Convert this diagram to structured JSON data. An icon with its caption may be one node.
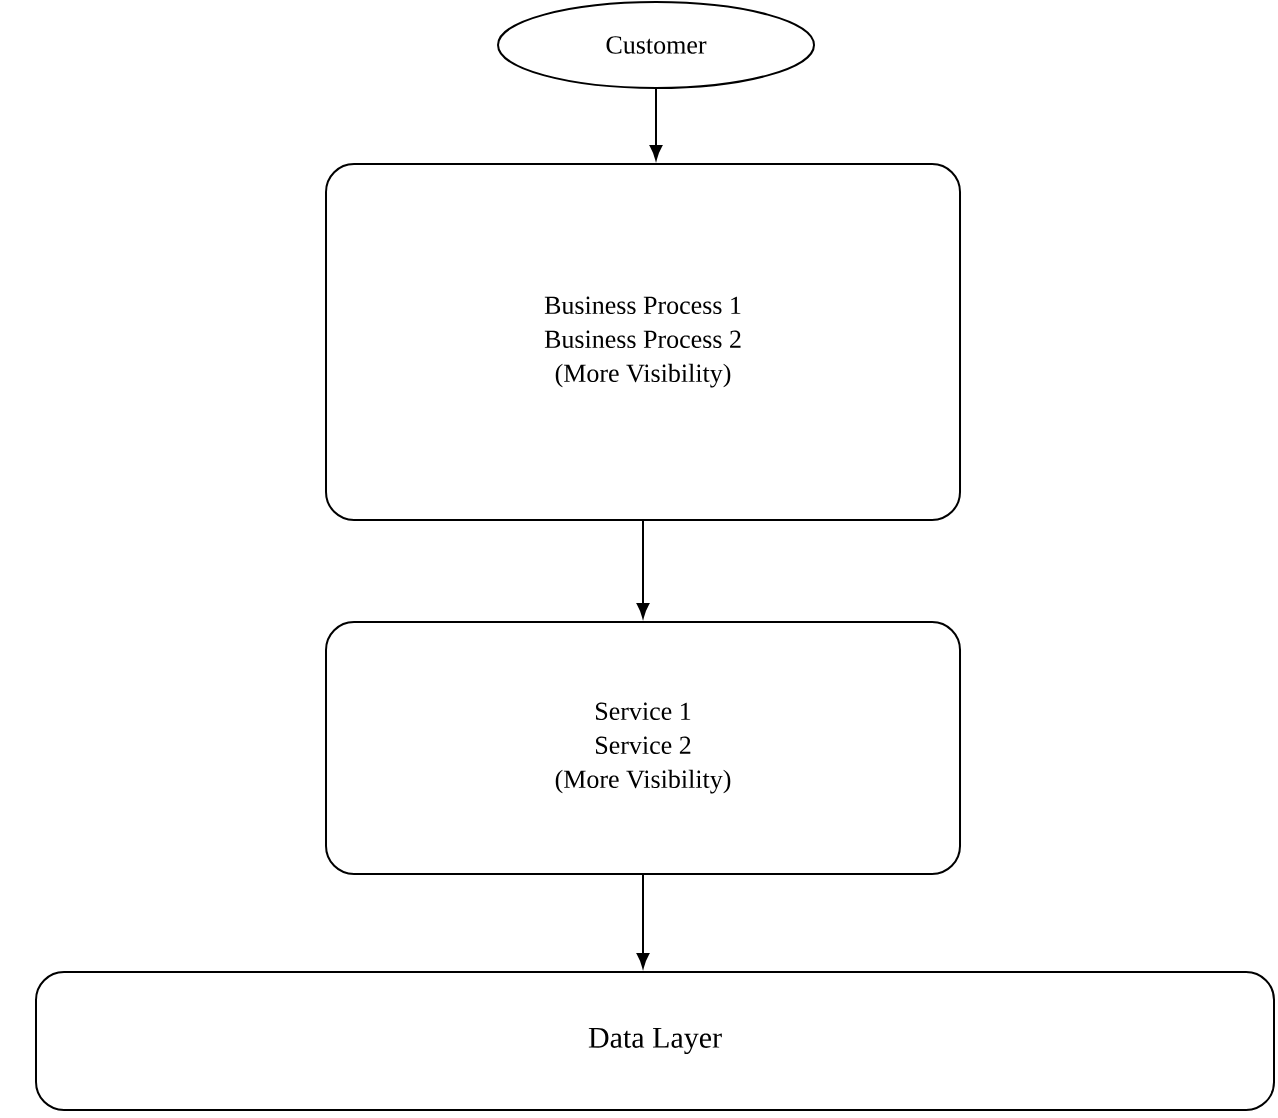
{
  "diagram": {
    "nodes": [
      {
        "text": [
          "Customer"
        ]
      },
      {
        "text": [
          "Business Process 1",
          "Business Process 2",
          "(More Visibility)"
        ]
      },
      {
        "text": [
          "Service 1",
          "Service 2",
          "(More Visibility)"
        ]
      },
      {
        "text": [
          "Data Layer"
        ]
      }
    ],
    "edges": [
      {
        "from": 0,
        "to": 1,
        "arrow": "to"
      },
      {
        "from": 1,
        "to": 2,
        "arrow": "to"
      },
      {
        "from": 2,
        "to": 3,
        "arrow": "to"
      }
    ]
  }
}
